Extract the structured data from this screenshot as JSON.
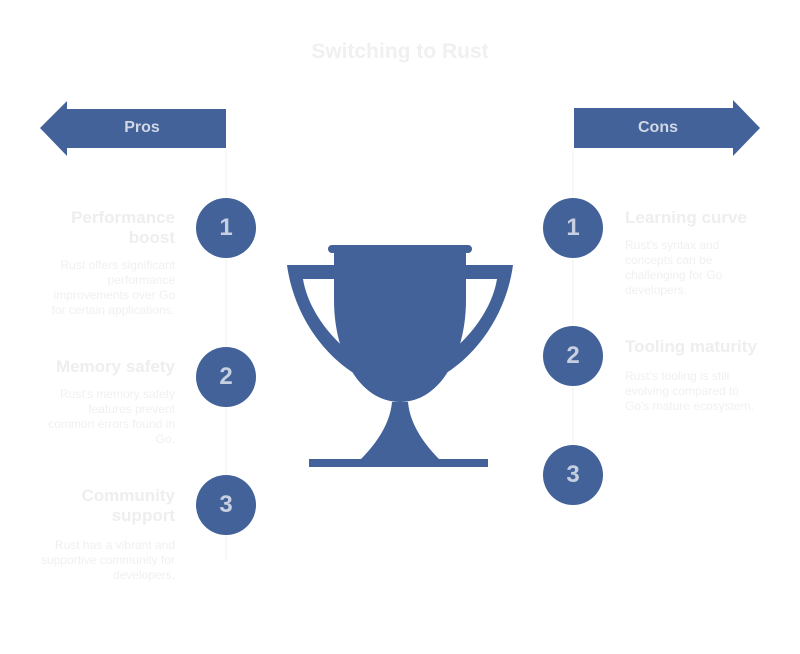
{
  "title": "Switching to Rust",
  "colors": {
    "primary": "#426299",
    "faint_text": "#f0f0f0"
  },
  "pros": {
    "label": "Pros",
    "items": [
      {
        "num": "1",
        "title": "Performance boost",
        "desc": "Rust offers significant performance improvements over Go for certain applications."
      },
      {
        "num": "2",
        "title": "Memory safety",
        "desc": "Rust's memory safety features prevent common errors found in Go."
      },
      {
        "num": "3",
        "title": "Community support",
        "desc": "Rust has a vibrant and supportive community for developers."
      }
    ]
  },
  "cons": {
    "label": "Cons",
    "items": [
      {
        "num": "1",
        "title": "Learning curve",
        "desc": "Rust's syntax and concepts can be challenging for Go developers."
      },
      {
        "num": "2",
        "title": "Tooling maturity",
        "desc": "Rust's tooling is still evolving compared to Go's mature ecosystem."
      },
      {
        "num": "3",
        "title": "",
        "desc": ""
      }
    ]
  },
  "center_icon": "trophy-icon"
}
